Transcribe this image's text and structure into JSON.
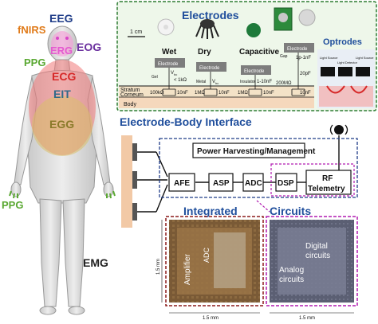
{
  "signals": {
    "eeg": "EEG",
    "fnirs": "fNIRS",
    "eog": "EOG",
    "erg": "ERG",
    "ppg_top": "PPG",
    "ecg": "ECG",
    "eit": "EIT",
    "egg": "EGG",
    "ppg_bottom": "PPG",
    "emg": "EMG"
  },
  "electrodes_panel": {
    "title": "Electrodes",
    "scale": "1 cm",
    "types": [
      "Wet",
      "Dry",
      "Capacitive"
    ],
    "box_label": "Electrode",
    "layers": {
      "stratum": "Stratum",
      "corneum": "Corneum",
      "body": "Body"
    },
    "values": {
      "gel": "Gel",
      "vhc_wet": "V",
      "vhc_sub": "hc",
      "r_wet": "< 1kΩ",
      "metal": "Metal",
      "insulator": "Insulator",
      "cap": "1-10nF",
      "gap": "Gap",
      "cap2": "1p-1nF",
      "r1": "100kΩ",
      "r2": "1MΩ",
      "r3": "1MΩ",
      "r4": "200MΩ",
      "c1": "10nF",
      "c2": "10nF",
      "c3": "10nF",
      "c4": "20pF",
      "c5": "10nF"
    }
  },
  "optrodes_panel": {
    "title": "Optrodes",
    "labels": [
      "Light Source",
      "Light Detector",
      "Light Source"
    ]
  },
  "interface_title": "Electrode-Body Interface",
  "system": {
    "power": "Power Harvesting/Management",
    "afe": "AFE",
    "asp": "ASP",
    "adc": "ADC",
    "dsp": "DSP",
    "rf_line1": "RF",
    "rf_line2": "Telemetry"
  },
  "ic": {
    "title_left": "Integrated",
    "title_right": "Circuits",
    "chip_left": {
      "amplifier": "Amplifier",
      "adc": "ADC",
      "dim_h": "1.5 mm",
      "dim_v": "1.5 mm"
    },
    "chip_right": {
      "digital1": "Digital",
      "digital2": "circuits",
      "analog1": "Analog",
      "analog2": "circuits",
      "dim_h": "1.5 mm"
    }
  },
  "colors": {
    "panel_border": "#2e7d32",
    "panel_bg": "#eef7ea",
    "title_blue": "#1f4e9c",
    "ic_left_border": "#8b1a1a",
    "ic_right_border": "#b01ab0",
    "system_border": "#1f3c88"
  }
}
